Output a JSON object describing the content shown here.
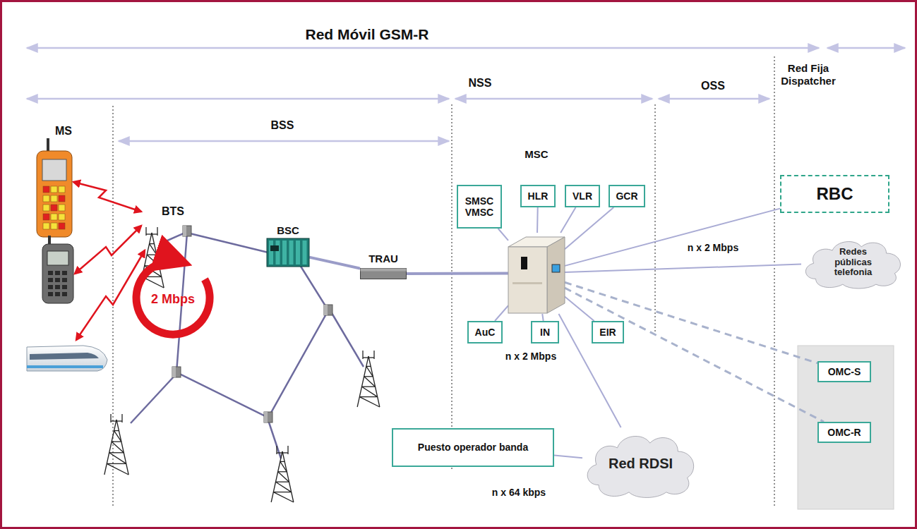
{
  "diagram": {
    "title": "Red Móvil GSM-R",
    "nodes": [
      {
        "text": [
          "SMSC VMSC"
        ]
      },
      {
        "text": [
          "HLR"
        ]
      },
      {
        "text": [
          "VLR"
        ]
      },
      {
        "text": [
          "GCR"
        ]
      },
      {
        "text": [
          "RBC"
        ]
      },
      {
        "text": [
          "BSC"
        ]
      },
      {
        "text": [
          "TRAU"
        ]
      },
      {
        "text": [
          "MSC"
        ]
      },
      {
        "text": [
          "Redes públicas telefonia"
        ]
      },
      {
        "text": [
          "AuC"
        ]
      },
      {
        "text": [
          "IN"
        ]
      },
      {
        "text": [
          "EIR"
        ]
      },
      {
        "text": [
          "OMC-S"
        ]
      },
      {
        "text": [
          "OMC-R"
        ]
      },
      {
        "text": [
          "Puesto operador banda"
        ]
      },
      {
        "text": [
          "Red RDSI"
        ]
      }
    ],
    "edges": [
      {
        "from": 5,
        "to": 6,
        "arrow": "none"
      },
      {
        "from": 6,
        "to": 7,
        "arrow": "none"
      },
      {
        "from": 7,
        "to": 0,
        "arrow": "none"
      },
      {
        "from": 7,
        "to": 1,
        "arrow": "none"
      },
      {
        "from": 7,
        "to": 2,
        "arrow": "none"
      },
      {
        "from": 7,
        "to": 3,
        "arrow": "none"
      },
      {
        "from": 7,
        "to": 9,
        "arrow": "none"
      },
      {
        "from": 7,
        "to": 10,
        "arrow": "none"
      },
      {
        "from": 7,
        "to": 11,
        "arrow": "none"
      },
      {
        "from": 7,
        "to": 4,
        "arrow": "none"
      },
      {
        "from": 7,
        "to": 8,
        "arrow": "none"
      },
      {
        "from": 7,
        "to": 15,
        "arrow": "none"
      },
      {
        "from": 7,
        "to": 12,
        "arrow": "none"
      },
      {
        "from": 7,
        "to": 13,
        "arrow": "none"
      },
      {
        "from": 14,
        "to": 15,
        "arrow": "none"
      }
    ],
    "labels": [
      "NSS",
      "OSS",
      "Red Fija Dispatcher",
      "MS",
      "BSS",
      "BTS",
      "2 Mbps",
      "n x 2 Mbps",
      "n x 2 Mbps",
      "n x 64 kbps"
    ]
  }
}
